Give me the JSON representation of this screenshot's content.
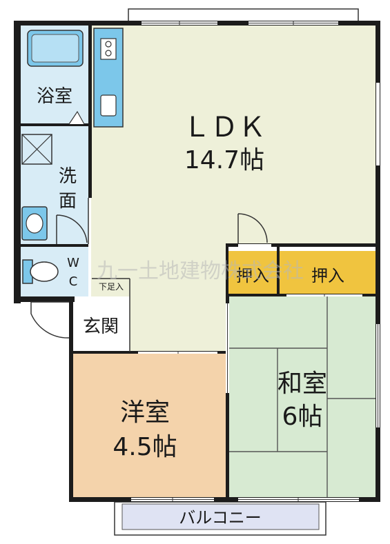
{
  "rooms": {
    "ldk": {
      "name": "ＬＤＫ",
      "size": "14.7帖"
    },
    "washitsu": {
      "name": "和室",
      "size": "6帖"
    },
    "youshitsu": {
      "name": "洋室",
      "size": "4.5帖"
    },
    "bath": {
      "name": "浴室"
    },
    "wash": {
      "line1": "洗",
      "line2": "面"
    },
    "wc": {
      "line1": "W",
      "line2": "C"
    },
    "genkan": {
      "name": "玄関"
    },
    "shoe": {
      "name": "下足入"
    },
    "oshiire_small": {
      "name": "押入"
    },
    "oshiire_large": {
      "name": "押入"
    },
    "balcony": {
      "name": "バルコニー"
    }
  },
  "watermark": "九一土地建物株式会社",
  "colors": {
    "wall": "#1c1c1c",
    "ldk": "#eef0d9",
    "washitsu": "#d7ead2",
    "youshitsu": "#f4d3ab",
    "wet": "#d8ecf6",
    "fixture": "#7cc7ea",
    "oshiire": "#f0c43f",
    "balcony": "#dfe3f3"
  },
  "icons": [
    "bathtub-icon",
    "stove-icon",
    "sink-icon",
    "washing-machine-icon",
    "washbasin-icon",
    "toilet-icon"
  ]
}
